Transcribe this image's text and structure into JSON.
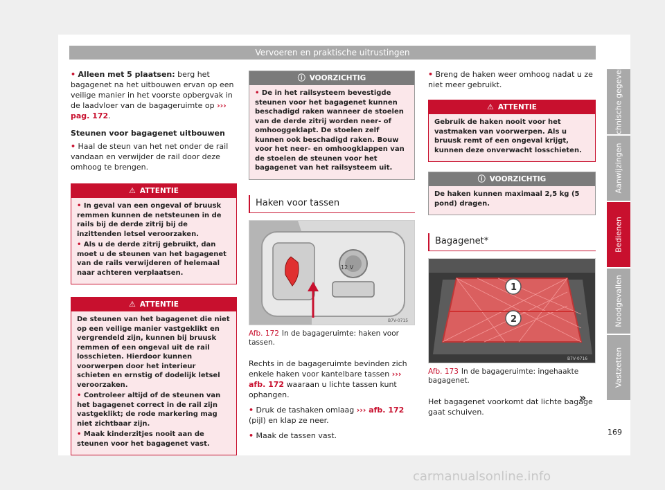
{
  "header": "Vervoeren en praktische uitrustingen",
  "col1": {
    "p1_bold": "Alleen met 5 plaatsen:",
    "p1_text": "berg het bagagenet na het uitbouwen ervan op een veilige manier in het voorste opbergvak in de laadvloer van de bagageruimte op",
    "p1_ref": "››› pag. 172",
    "p1_end": ".",
    "subheading": "Steunen voor bagagenet uitbouwen",
    "p2": "Haal de steun van het net onder de rail vandaan en verwijder de rail door deze omhoog te brengen.",
    "warn1": {
      "title": "ATTENTIE",
      "item1": "In geval van een ongeval of bruusk remmen kunnen de netsteunen in de rails bij de derde zitrij bij de inzittenden letsel veroorzaken.",
      "item2": "Als u de derde zitrij gebruikt, dan moet u de steunen van het bagagenet van de rails verwijderen of helemaal naar achteren verplaatsen."
    },
    "warn2": {
      "title": "ATTENTIE",
      "intro": "De steunen van het bagagenet die niet op een veilige manier vastgeklikt en vergrendeld zijn, kunnen bij bruusk remmen of een ongeval uit de rail losschieten. Hierdoor kunnen voorwerpen door het interieur schieten en ernstig of dodelijk letsel veroorzaken.",
      "item1": "Controleer altijd of de steunen van het bagagenet correct in de rail zijn vastgeklikt; de rode markering mag niet zichtbaar zijn.",
      "item2": "Maak kinderzitjes nooit aan de steunen voor het bagagenet vast."
    }
  },
  "col2": {
    "note1": {
      "title": "VOORZICHTIG",
      "item1": "De in het railsysteem bevestigde steunen voor het bagagenet kunnen beschadigd raken wanneer de stoelen van de derde zitrij worden neer- of omhooggeklapt. De stoelen zelf kunnen ook beschadigd raken. Bouw voor het neer- en omhoogklappen van de stoelen de steunen voor het bagagenet van het railsysteem uit."
    },
    "section": "Haken voor tassen",
    "fig_code": "B7V-0715",
    "fig_label": "12 V",
    "caption_label": "Afb. 172",
    "caption_text": "In de bagageruimte: haken voor tassen.",
    "p1_text": "Rechts in de bagageruimte bevinden zich enkele haken voor kantelbare tassen",
    "p1_ref": "››› afb. 172",
    "p1_end": "waaraan u lichte tassen kunt ophangen.",
    "p2_text": "Druk de tashaken omlaag",
    "p2_ref": "››› afb. 172",
    "p2_end": "(pijl) en klap ze neer.",
    "p3": "Maak de tassen vast."
  },
  "col3": {
    "p1": "Breng de haken weer omhoog nadat u ze niet meer gebruikt.",
    "warn": {
      "title": "ATTENTIE",
      "text": "Gebruik de haken nooit voor het vastmaken van voorwerpen. Als u bruusk remt of een ongeval krijgt, kunnen deze onverwacht losschieten."
    },
    "note": {
      "title": "VOORZICHTIG",
      "text": "De haken kunnen maximaal 2,5 kg (5 pond) dragen."
    },
    "section": "Bagagenet*",
    "fig_code": "B7V-0716",
    "marker1": "1",
    "marker2": "2",
    "caption_label": "Afb. 173",
    "caption_text": "In de bagageruimte: ingehaakte bagagenet.",
    "p2": "Het bagagenet voorkomt dat lichte bagage gaat schuiven.",
    "continue": "»"
  },
  "tabs": [
    {
      "label": "Technische gegevens",
      "height": 94
    },
    {
      "label": "Aanwijzingen",
      "height": 94
    },
    {
      "label": "Bedienen",
      "height": 94
    },
    {
      "label": "Noodgevallen",
      "height": 94
    },
    {
      "label": "Vastzetten",
      "height": 94
    }
  ],
  "page_number": "169",
  "watermark": "carmanualsonline.info",
  "colors": {
    "accent": "#c8102e",
    "tab_grey": "#a9a9a9",
    "note_grey": "#7b7b7b"
  }
}
